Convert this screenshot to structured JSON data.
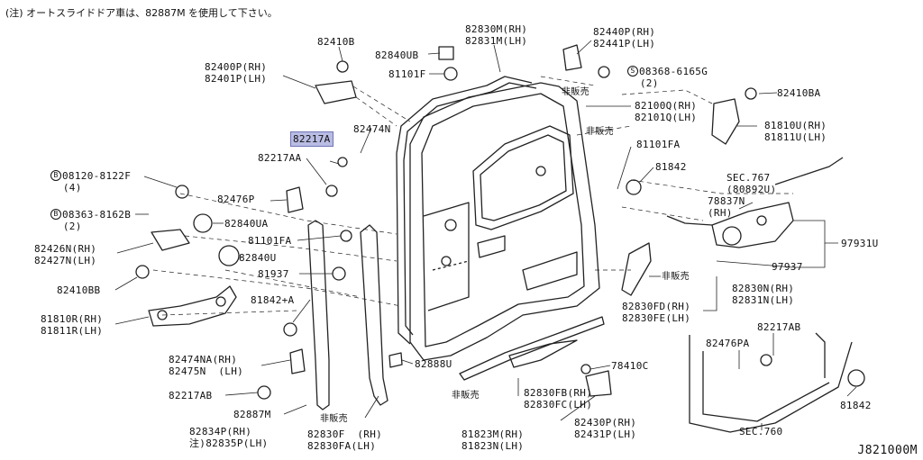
{
  "note": "(注) オートスライドドア車は、82887M を使用して下さい。",
  "diagram_code": "J821000M",
  "bolt_prefix": "B",
  "screw_prefix": "S",
  "labels": {
    "p82410B": "82410B",
    "p82840UB": "82840UB",
    "p82830M": "82830M(RH)\n82831M(LH)",
    "p82440P": "82440P(RH)\n82441P(LH)",
    "p08368": "08368-6165G\n  (2)",
    "p82400P": "82400P(RH)\n82401P(LH)",
    "p81101F": "81101F",
    "hanbai1": "非販売",
    "p82100Q": "82100Q(RH)\n82101Q(LH)",
    "p82410BA": "82410BA",
    "p82474N": "82474N",
    "p82217A": "82217A",
    "hanbai2": "非販売",
    "p81810U": "81810U(RH)\n81811U(LH)",
    "p81101FA": "81101FA",
    "p82217AA": "82217AA",
    "p81842a": "81842",
    "p08120": "08120-8122F\n  (4)",
    "pSEC767": "SEC.767\n(80892U)",
    "p82476P": "82476P",
    "p78837N": "78837N\n(RH)",
    "p08363": "08363-8162B\n  (2)",
    "p82840UA": "82840UA",
    "p82426N": "82426N(RH)\n82427N(LH)",
    "p81101FAb": "81101FA",
    "p82840U": "82840U",
    "p97931U": "97931U",
    "p81937": "81937",
    "p97937": "97937",
    "p82410BB": "82410BB",
    "hanbai3": "非販売",
    "p82830N": "82830N(RH)\n82831N(LH)",
    "p81842A": "81842+A",
    "p82830FD": "82830FD(RH)\n82830FE(LH)",
    "p81810R": "81810R(RH)\n81811R(LH)",
    "p82217AB_r": "82217AB",
    "p82476PA": "82476PA",
    "p82474NA": "82474NA(RH)\n82475N  (LH)",
    "p82888U": "82888U",
    "p78410C": "78410C",
    "p82217AB_l": "82217AB",
    "hanbai4": "非販売",
    "p82830FB": "82830FB(RH)\n82830FC(LH)",
    "p81842b": "81842",
    "p82887M": "82887M",
    "hanbai5": "非販売",
    "p82430P": "82430P(RH)\n82431P(LH)",
    "p82834P": "82834P(RH)\n注)82835P(LH)",
    "p82830F": "82830F  (RH)\n82830FA(LH)",
    "p81823M": "81823M(RH)\n81823N(LH)",
    "pSEC760": "SEC.760"
  }
}
